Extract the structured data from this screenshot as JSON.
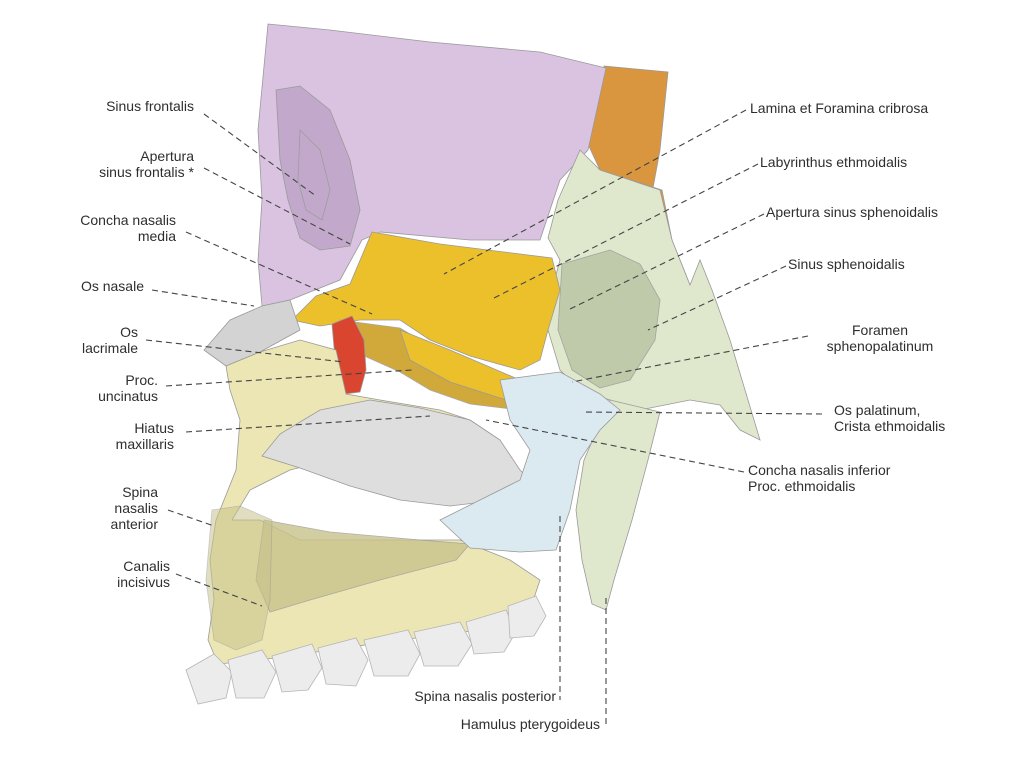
{
  "palette": {
    "frontal": "#d9c3e0",
    "frontal_shade": "#c2a9cc",
    "ethmoid_yellow": "#ecc02a",
    "ethmoid_shade": "#c99a18",
    "sphenoid": "#dfe7cc",
    "sphenoid_shade": "#b9c5a3",
    "parietal_orange": "#d9963e",
    "lacrimal_red": "#d9452e",
    "maxilla": "#ece6b4",
    "maxilla_shade": "#c9c28c",
    "concha_inferior": "#dedede",
    "palatine": "#dbe9f0",
    "nasal_bone": "#d3d3d3",
    "teeth": "#ececec",
    "leader_line": "#444444"
  },
  "labels_left": [
    {
      "id": "sinus-frontalis",
      "text": "Sinus frontalis"
    },
    {
      "id": "apertura-sinus-frontalis",
      "text": "Apertura\nsinus frontalis *"
    },
    {
      "id": "concha-nasalis-media",
      "text": "Concha nasalis\nmedia"
    },
    {
      "id": "os-nasale",
      "text": "Os nasale"
    },
    {
      "id": "os-lacrimale",
      "text": "Os\nlacrimale"
    },
    {
      "id": "proc-uncinatus",
      "text": "Proc.\nuncinatus"
    },
    {
      "id": "hiatus-maxillaris",
      "text": "Hiatus\nmaxillaris"
    },
    {
      "id": "spina-nasalis-anterior",
      "text": "Spina\nnasalis\nanterior"
    },
    {
      "id": "canalis-incisivus",
      "text": "Canalis\nincisivus"
    }
  ],
  "labels_right": [
    {
      "id": "lamina-foramina-cribrosa",
      "text": "Lamina et Foramina cribrosa"
    },
    {
      "id": "labyrinthus-ethmoidalis",
      "text": "Labyrinthus ethmoidalis"
    },
    {
      "id": "apertura-sinus-sphenoidalis",
      "text": "Apertura sinus sphenoidalis"
    },
    {
      "id": "sinus-sphenoidalis",
      "text": "Sinus sphenoidalis"
    },
    {
      "id": "foramen-sphenopalatinum",
      "text": "Foramen\nsphenopalatinum"
    },
    {
      "id": "os-palatinum-crista",
      "text": "Os palatinum,\nCrista ethmoidalis"
    },
    {
      "id": "concha-nasalis-inferior",
      "text": "Concha nasalis inferior\nProc. ethmoidalis"
    }
  ],
  "labels_bottom": [
    {
      "id": "spina-nasalis-posterior",
      "text": "Spina nasalis posterior"
    },
    {
      "id": "hamulus-pterygoideus",
      "text": "Hamulus pterygoideus"
    }
  ]
}
